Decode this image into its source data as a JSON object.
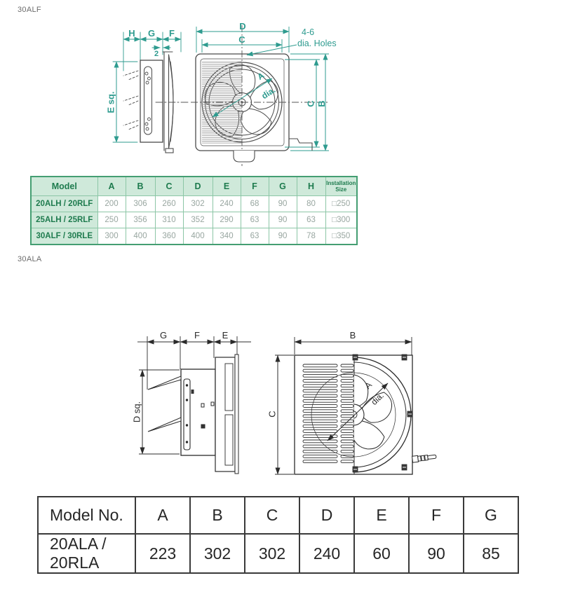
{
  "sections": {
    "top_label": "30ALF",
    "bottom_label": "30ALA"
  },
  "colors": {
    "dimension_teal": "#2E9B8F",
    "green_table_text": "#1E7B4E",
    "green_table_bg": "#CFE9DA",
    "green_table_border": "#449E72",
    "green_table_value_text": "#98A6A0",
    "drawing_gray": "#4A4A4A",
    "drawing_black": "#2B2B2B"
  },
  "diagram_top": {
    "labels": {
      "h": "H",
      "g": "G",
      "f": "F",
      "gap": "2",
      "e_sq": "E sq.",
      "d": "D",
      "c_top": "C",
      "holes_line1": "4-6",
      "holes_line2": "dia. Holes",
      "a": "A",
      "dia": "dia.",
      "c_right": "C",
      "b": "B"
    }
  },
  "table_top": {
    "headers": [
      "Model",
      "A",
      "B",
      "C",
      "D",
      "E",
      "F",
      "G",
      "H"
    ],
    "installation_header": {
      "line1": "Installation",
      "line2": "Size"
    },
    "rows": [
      {
        "model": "20ALH / 20RLF",
        "values": [
          "200",
          "306",
          "260",
          "302",
          "240",
          "68",
          "90",
          "80",
          "□250"
        ]
      },
      {
        "model": "25ALH / 25RLF",
        "values": [
          "250",
          "356",
          "310",
          "352",
          "290",
          "63",
          "90",
          "63",
          "□300"
        ]
      },
      {
        "model": "30ALF / 30RLE",
        "values": [
          "300",
          "400",
          "360",
          "400",
          "340",
          "63",
          "90",
          "78",
          "□350"
        ]
      }
    ]
  },
  "diagram_bottom": {
    "labels": {
      "g": "G",
      "f": "F",
      "e": "E",
      "d_sq": "D sq.",
      "b": "B",
      "c": "C",
      "a": "A",
      "dia": "dia."
    }
  },
  "table_bottom": {
    "headers": [
      "Model No.",
      "A",
      "B",
      "C",
      "D",
      "E",
      "F",
      "G"
    ],
    "row": {
      "model": "20ALA / 20RLA",
      "values": [
        "223",
        "302",
        "302",
        "240",
        "60",
        "90",
        "85"
      ]
    }
  }
}
